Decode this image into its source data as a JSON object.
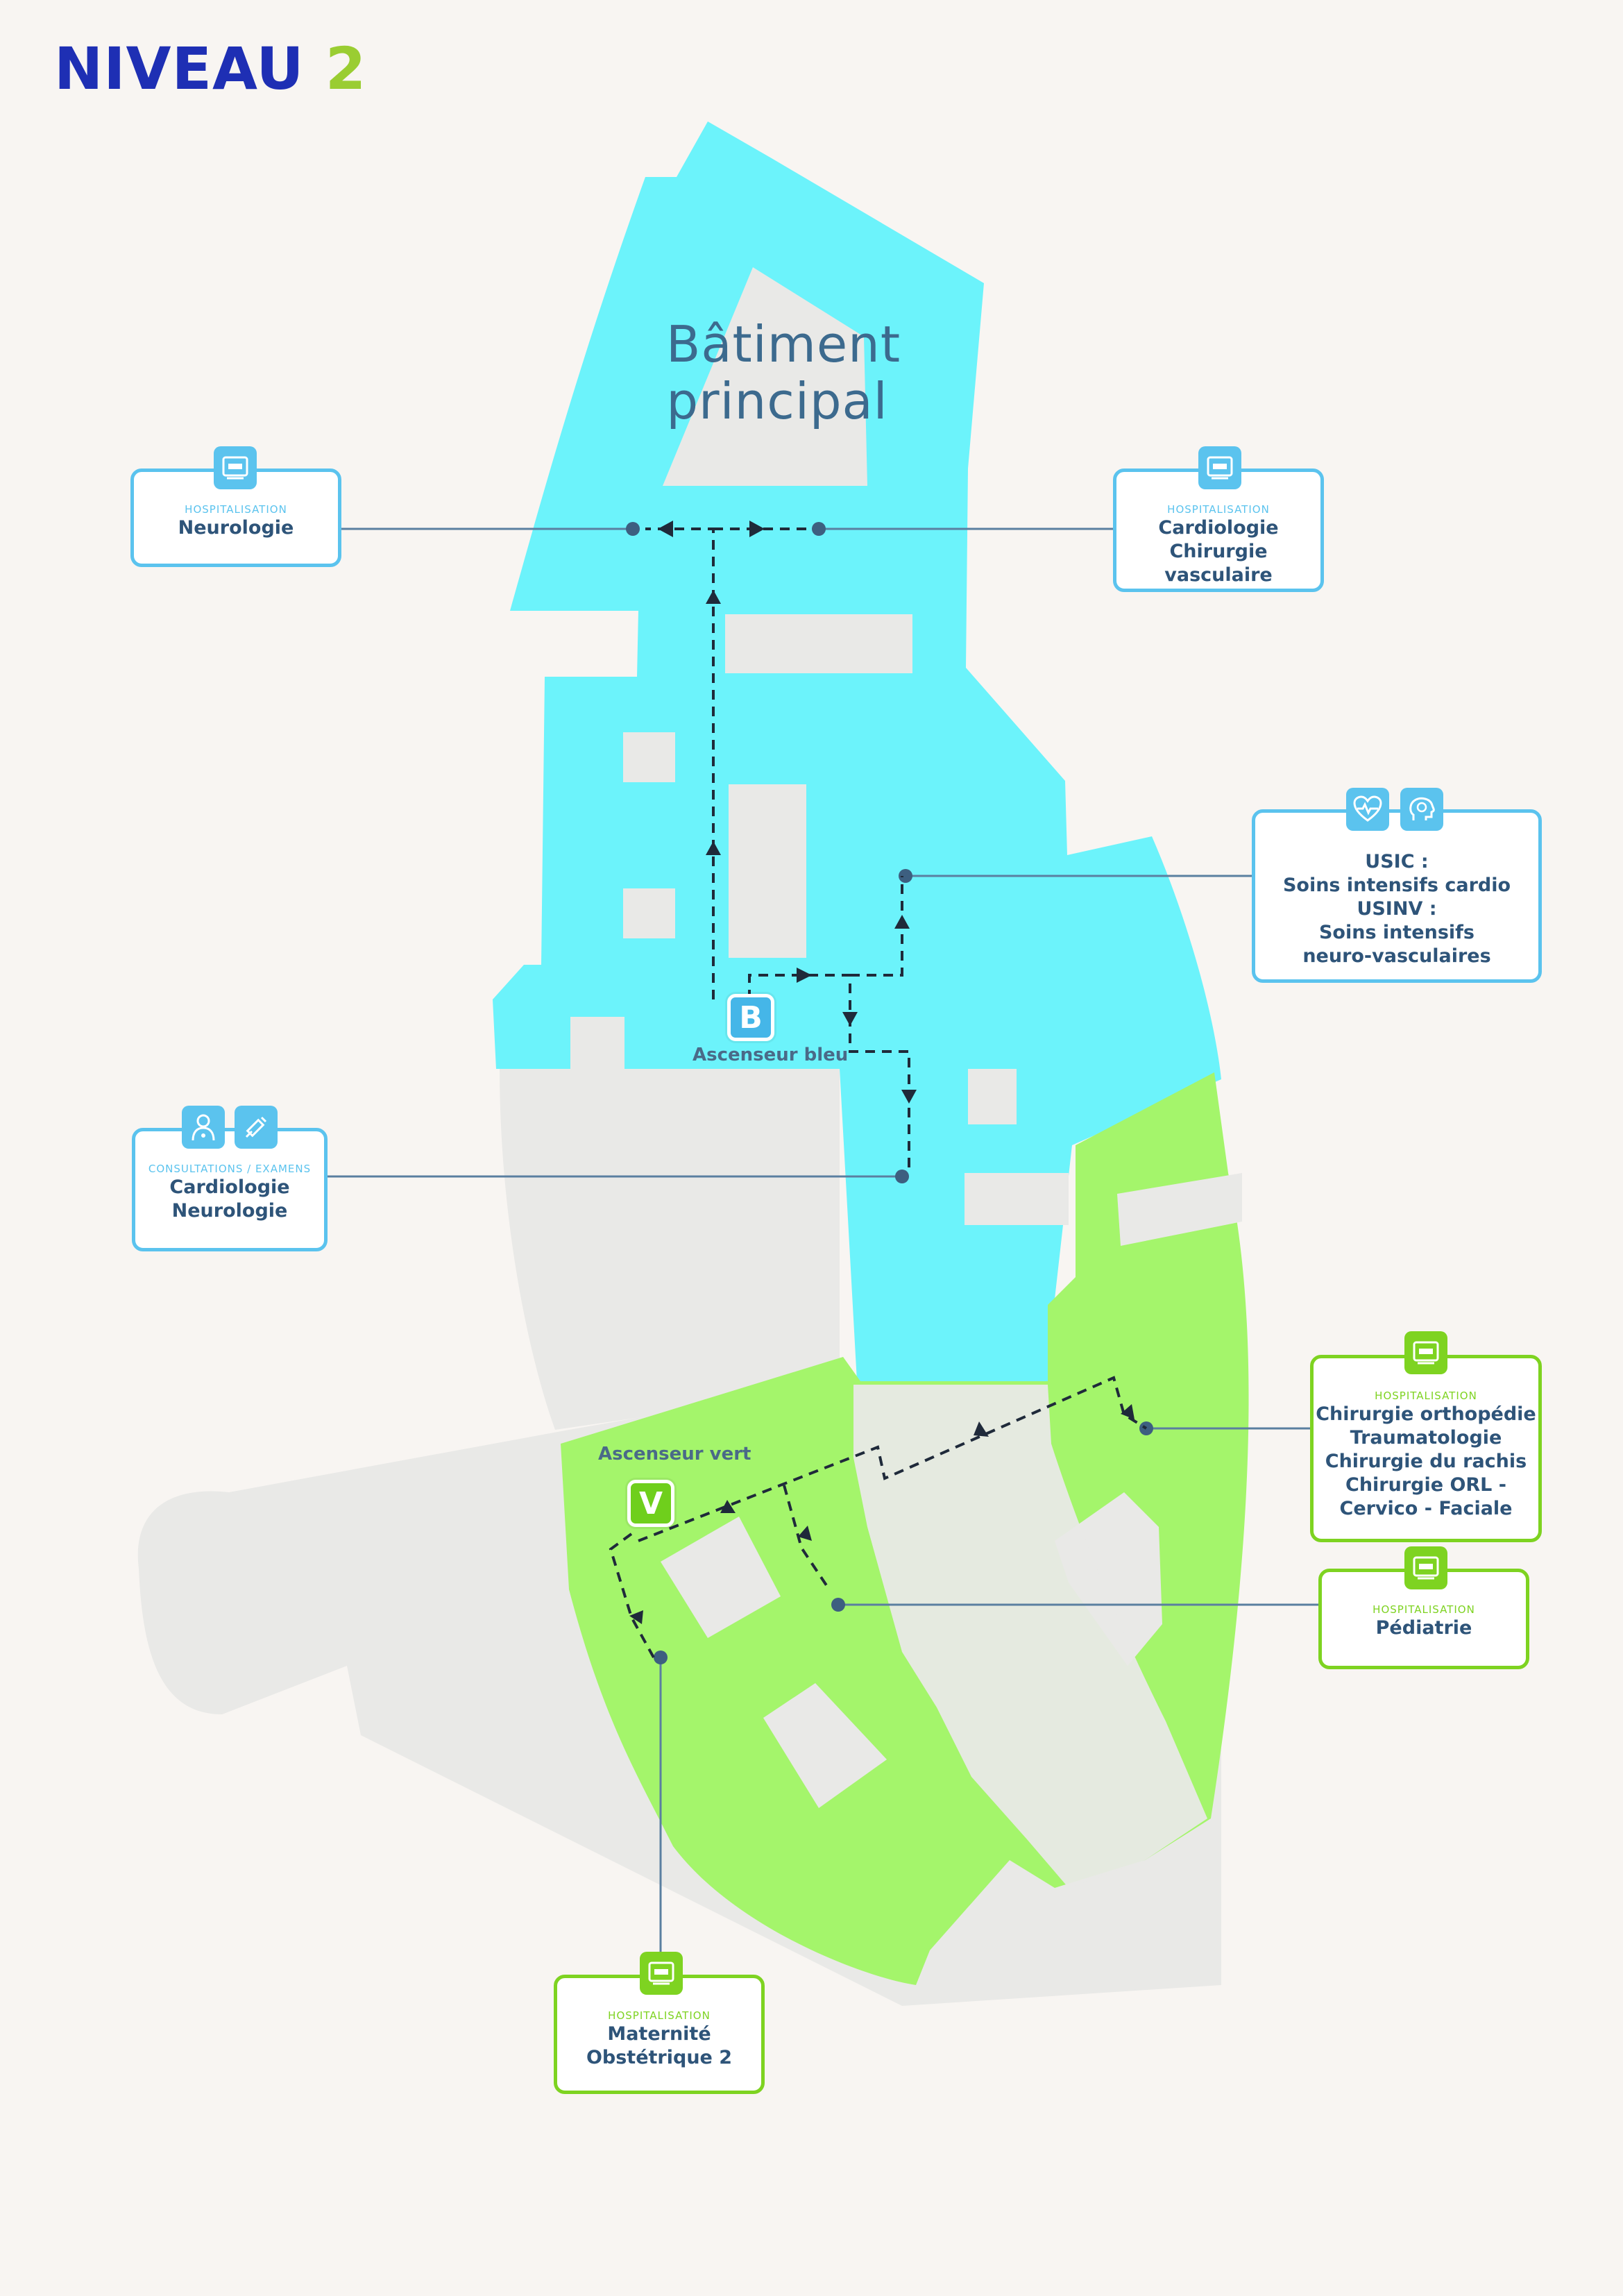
{
  "title": {
    "word": "NIVEAU",
    "number": "2"
  },
  "building": {
    "line1": "Bâtiment",
    "line2": "principal"
  },
  "elevators": {
    "blue": {
      "letter": "B",
      "label": "Ascenseur bleu"
    },
    "green": {
      "letter": "V",
      "label": "Ascenseur vert"
    }
  },
  "colors": {
    "blue_zone": "#6cf3fb",
    "green_zone": "#a4f56b",
    "grey_zone": "#e9e9e7",
    "route": "#1f2a3a",
    "leader": "#5a7fa0"
  },
  "services": {
    "neurologie": {
      "category": "HOSPITALISATION",
      "icon": "hospital-bed-icon",
      "lines": [
        "Neurologie"
      ]
    },
    "cardiologie": {
      "category": "HOSPITALISATION",
      "icon": "hospital-bed-icon",
      "lines": [
        "Cardiologie",
        "Chirurgie vasculaire"
      ]
    },
    "usic": {
      "icons": [
        "heart-pulse-icon",
        "brain-icon"
      ],
      "lines": [
        "USIC :",
        "Soins intensifs cardio",
        "USINV :",
        "Soins intensifs",
        "neuro-vasculaires"
      ]
    },
    "consult": {
      "category": "CONSULTATIONS / EXAMENS",
      "icons": [
        "doctor-icon",
        "syringe-icon"
      ],
      "lines": [
        "Cardiologie",
        "Neurologie"
      ]
    },
    "ortho": {
      "category": "HOSPITALISATION",
      "icon": "hospital-bed-icon",
      "lines": [
        "Chirurgie orthopédie",
        "Traumatologie",
        "Chirurgie du rachis",
        "Chirurgie ORL -",
        "Cervico - Faciale"
      ]
    },
    "pediatrie": {
      "category": "HOSPITALISATION",
      "icon": "hospital-bed-icon",
      "lines": [
        "Pédiatrie"
      ]
    },
    "maternite": {
      "category": "HOSPITALISATION",
      "icon": "hospital-bed-icon",
      "lines": [
        "Maternité",
        "Obstétrique 2"
      ]
    }
  }
}
